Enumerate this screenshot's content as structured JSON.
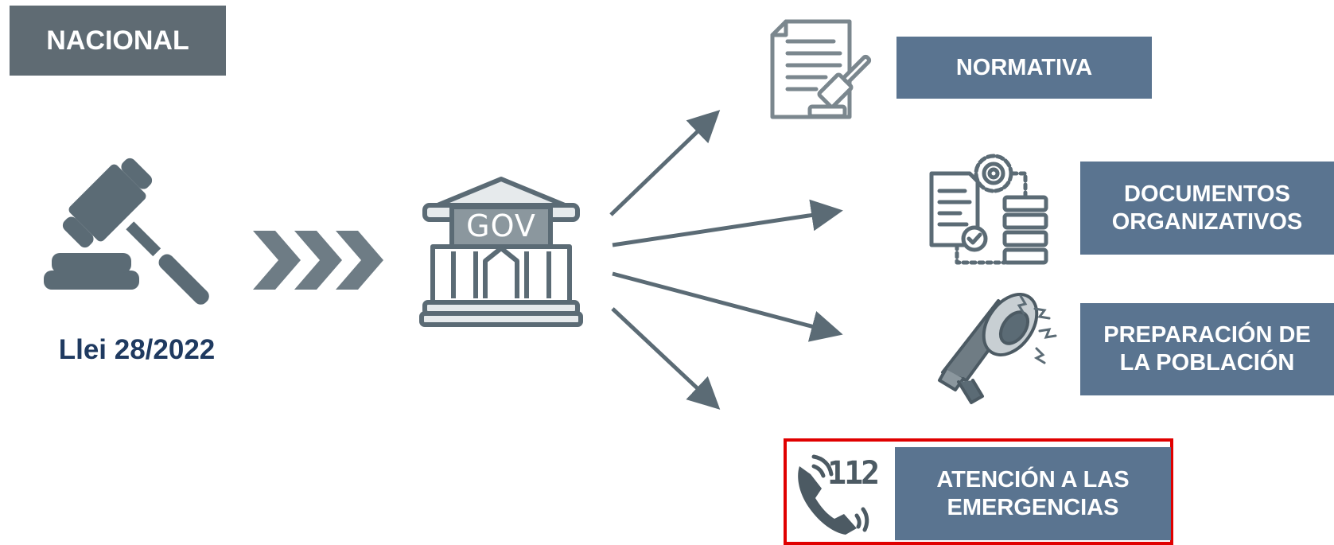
{
  "region": {
    "label": "NACIONAL"
  },
  "law": {
    "label": "Llei 28/2022"
  },
  "government": {
    "sign": "GOV"
  },
  "outputs": [
    {
      "lines": [
        "NORMATIVA"
      ]
    },
    {
      "lines": [
        "DOCUMENTOS",
        "ORGANIZATIVOS"
      ]
    },
    {
      "lines": [
        "PREPARACIÓN DE",
        "LA POBLACIÓN"
      ]
    },
    {
      "lines": [
        "ATENCIÓN A LAS",
        "EMERGENCIAS"
      ]
    }
  ],
  "emergency_number": "112",
  "colors": {
    "dark_gray": "#5f6b73",
    "steel_blue": "#5a7490",
    "icon_gray": "#5b6b75",
    "label_blue": "#1f3a60",
    "highlight_red": "#e00000"
  }
}
